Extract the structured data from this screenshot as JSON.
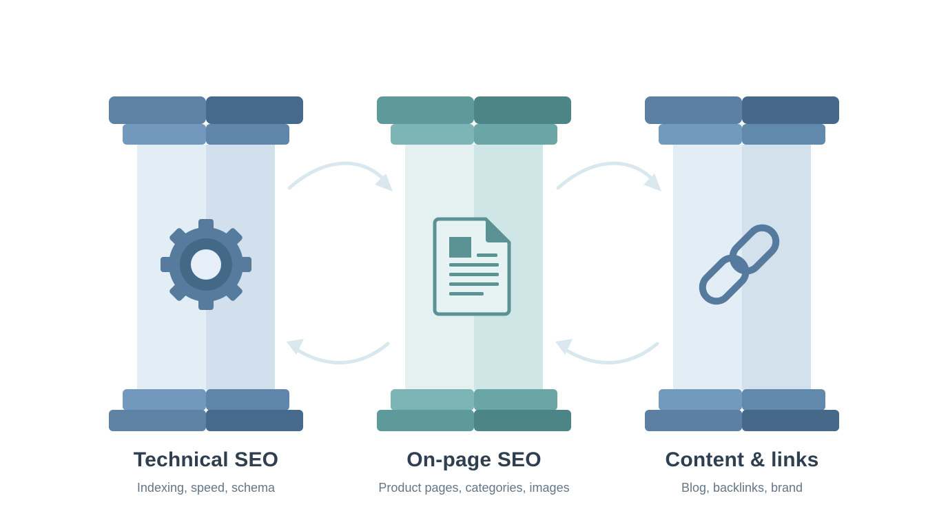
{
  "pillars": [
    {
      "title": "Technical SEO",
      "subtitle": "Indexing, speed, schema",
      "icon": "gear-icon",
      "colors": {
        "cap_left": "#5d82a4",
        "cap_right": "#456a8c",
        "band_left": "#7299bd",
        "band_right": "#5f86aa",
        "shaft_left": "#e3edf6",
        "shaft_right": "#d1e0ec",
        "icon": "#567b9d",
        "icon_dark": "#446987"
      }
    },
    {
      "title": "On-page SEO",
      "subtitle": "Product pages, categories, images",
      "icon": "document-icon",
      "colors": {
        "cap_left": "#5f9a9b",
        "cap_right": "#4d8587",
        "band_left": "#7db5b6",
        "band_right": "#6ba6a6",
        "shaft_left": "#e5f1f1",
        "shaft_right": "#cfe6e6",
        "icon": "#5b9294",
        "icon_dark": "#4f8386"
      }
    },
    {
      "title": "Content & links",
      "subtitle": "Blog, backlinks, brand",
      "icon": "chain-link-icon",
      "colors": {
        "cap_left": "#5b80a3",
        "cap_right": "#46698a",
        "band_left": "#729abc",
        "band_right": "#6189ac",
        "shaft_left": "#e3edf6",
        "shaft_right": "#d3e1ed",
        "icon": "#567a9d",
        "icon_dark": "#446987"
      }
    }
  ],
  "arrow_color": "#d9e7ee"
}
